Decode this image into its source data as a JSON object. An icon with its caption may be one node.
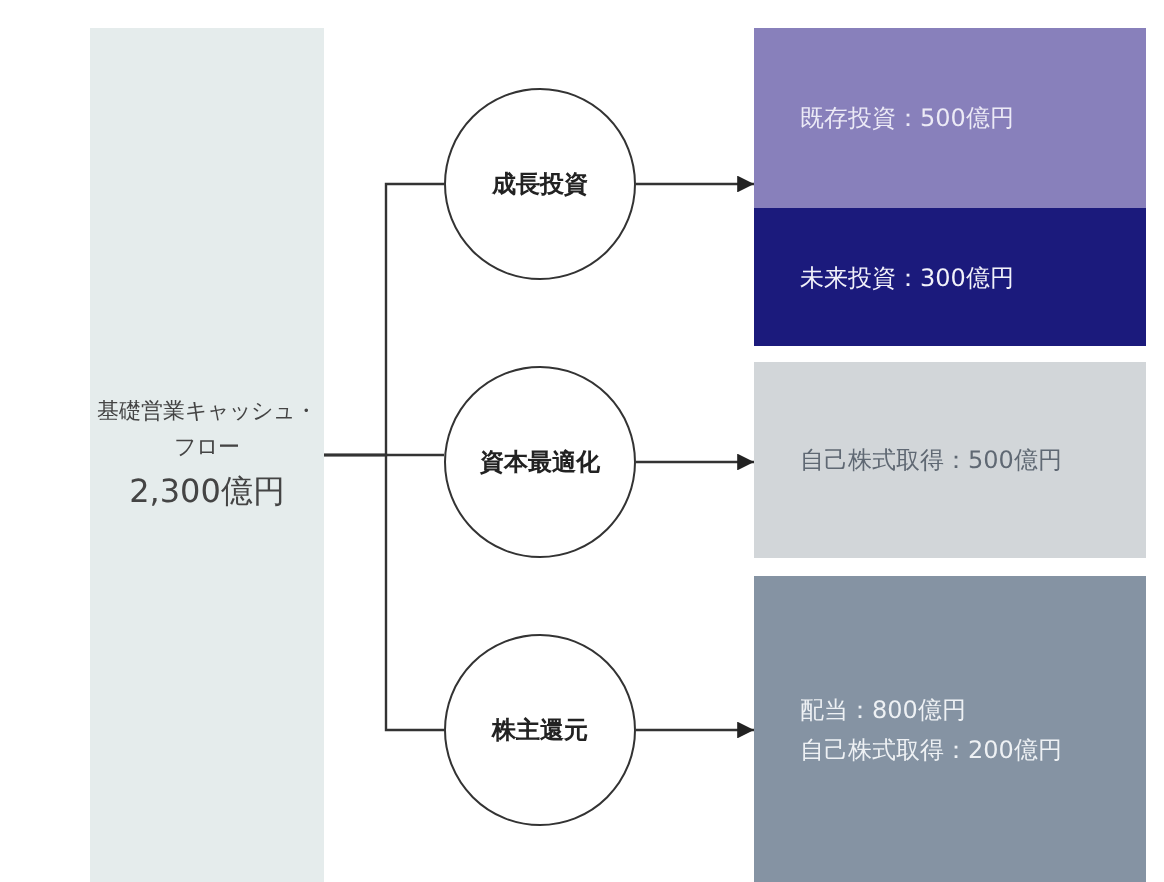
{
  "diagram": {
    "nodes": [
      {
        "text": [
          "基礎営業キャッシュ・フロー",
          "2,300億円"
        ]
      },
      {
        "text": [
          "成長投資"
        ]
      },
      {
        "text": [
          "資本最適化"
        ]
      },
      {
        "text": [
          "株主還元"
        ]
      },
      {
        "text": [
          "既存投資：500億円"
        ]
      },
      {
        "text": [
          "未来投資：300億円"
        ]
      },
      {
        "text": [
          "自己株式取得：500億円"
        ]
      },
      {
        "text": [
          "配当：800億円",
          "自己株式取得：200億円"
        ]
      }
    ],
    "edges": [
      {
        "from": 0,
        "to": 1,
        "arrow": "none"
      },
      {
        "from": 0,
        "to": 2,
        "arrow": "none"
      },
      {
        "from": 0,
        "to": 3,
        "arrow": "none"
      },
      {
        "from": 1,
        "to": 4,
        "arrow": "to"
      },
      {
        "from": 2,
        "to": 6,
        "arrow": "to"
      },
      {
        "from": 3,
        "to": 7,
        "arrow": "to"
      }
    ]
  }
}
